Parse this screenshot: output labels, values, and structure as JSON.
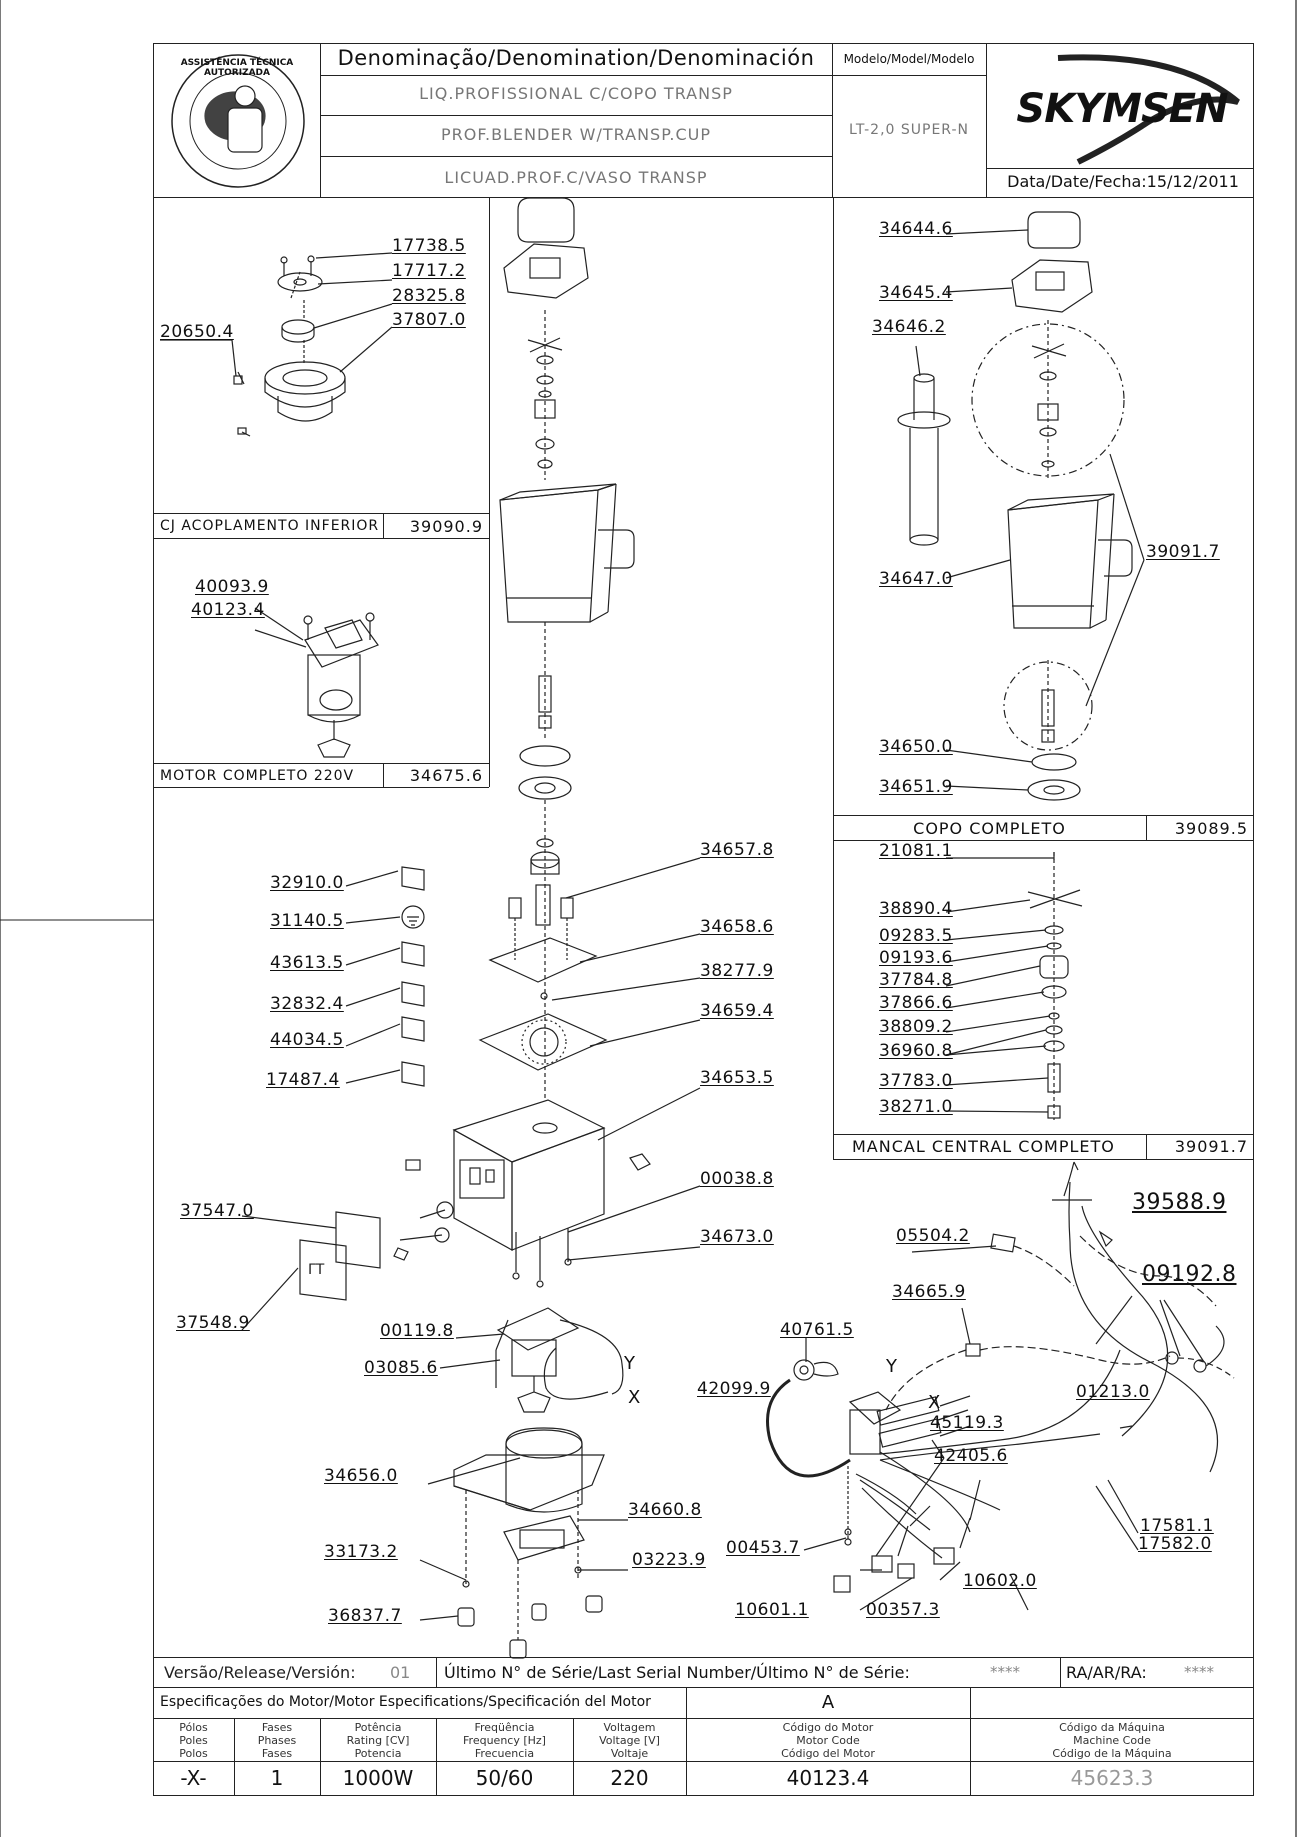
{
  "header": {
    "denomination_label": "Denominação/Denomination/Denominación",
    "model_label": "Modelo/Model/Modelo",
    "desc_pt": "LIQ.PROFISSIONAL C/COPO TRANSP",
    "desc_en": "PROF.BLENDER W/TRANSP.CUP",
    "desc_es": "LICUAD.PROF.C/VASO TRANSP",
    "model": "LT-2,0 SUPER-N",
    "brand": "SKYMSEN",
    "date": "Data/Date/Fecha:15/12/2011",
    "seal_text": "ASSISTÊNCIA TÉCNICA AUTORIZADA"
  },
  "subassemblies": {
    "acoplamento": {
      "title": "CJ ACOPLAMENTO INFERIOR",
      "code": "39090.9",
      "parts": [
        "17738.5",
        "17717.2",
        "28325.8",
        "37807.0",
        "20650.4"
      ]
    },
    "motor": {
      "title": "MOTOR COMPLETO 220V",
      "code": "34675.6",
      "parts": [
        "40093.9",
        "40123.4"
      ]
    },
    "copo": {
      "title": "COPO COMPLETO",
      "code": "39089.5",
      "parts": [
        "34644.6",
        "34645.4",
        "34646.2",
        "34647.0",
        "39091.7",
        "34650.0",
        "34651.9"
      ]
    },
    "mancal": {
      "title": "MANCAL CENTRAL COMPLETO",
      "code": "39091.7",
      "parts": [
        "21081.1",
        "38890.4",
        "09283.5",
        "09193.6",
        "37784.8",
        "37866.6",
        "38809.2",
        "36960.8",
        "37783.0",
        "38271.0"
      ]
    }
  },
  "main_parts": {
    "labels_left": [
      "32910.0",
      "31140.5",
      "43613.5",
      "32832.4",
      "44034.5",
      "17487.4",
      "37547.0",
      "37548.9",
      "00119.8",
      "03085.6",
      "34656.0",
      "33173.2",
      "36837.7"
    ],
    "labels_right": [
      "34657.8",
      "34658.6",
      "38277.9",
      "34659.4",
      "34653.5",
      "00038.8",
      "34673.0",
      "34660.8",
      "03223.9"
    ],
    "wire_labels": [
      "Y",
      "X"
    ]
  },
  "wiring": {
    "parts": [
      "39588.9",
      "09192.8",
      "05504.2",
      "34665.9",
      "40761.5",
      "42099.9",
      "45119.3",
      "42405.6",
      "01213.0",
      "17581.1",
      "17582.0",
      "00453.7",
      "10601.1",
      "00357.3",
      "10602.0"
    ],
    "wire_labels": [
      "Y",
      "X"
    ]
  },
  "footer": {
    "release_label": "Versão/Release/Versión:",
    "release_value": "01",
    "serial_label": "Último N° de Série/Last Serial Number/Último N° de Série:",
    "serial_value": "****",
    "ra_label": "RA/AR/RA:",
    "ra_value": "****",
    "spec_title": "Especificações do Motor/Motor Especifications/Specificación del Motor",
    "spec_a": "A",
    "columns": [
      "Pólos\nPoles\nPolos",
      "Fases\nPhases\nFases",
      "Potência\nRating [CV]\nPotencia",
      "Freqüência\nFrequency [Hz]\nFrecuencia",
      "Voltagem\nVoltage [V]\nVoltaje",
      "Código do Motor\nMotor Code\nCódigo del Motor",
      "Código da Máquina\nMachine Code\nCódigo de la Máquina"
    ],
    "values": [
      "-X-",
      "1",
      "1000W",
      "50/60",
      "220",
      "40123.4",
      "45623.3"
    ]
  }
}
